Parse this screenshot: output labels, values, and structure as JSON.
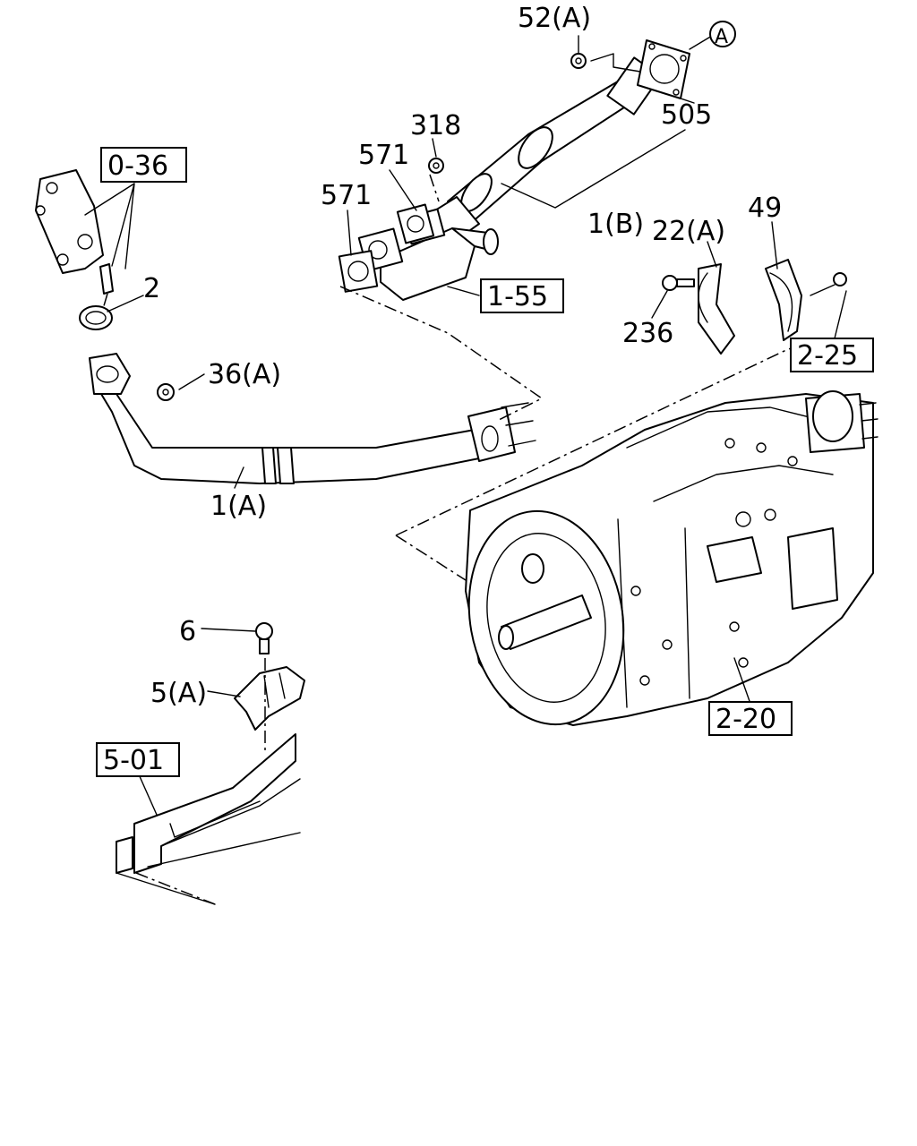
{
  "callouts": [
    {
      "id": "c52a",
      "text": "52(A)"
    },
    {
      "id": "cA",
      "text": "A"
    },
    {
      "id": "c505",
      "text": "505"
    },
    {
      "id": "c318",
      "text": "318"
    },
    {
      "id": "c571a",
      "text": "571"
    },
    {
      "id": "c571b",
      "text": "571"
    },
    {
      "id": "c1b",
      "text": "1(B)"
    },
    {
      "id": "c22a",
      "text": "22(A)"
    },
    {
      "id": "c49",
      "text": "49"
    },
    {
      "id": "c236",
      "text": "236"
    },
    {
      "id": "c2",
      "text": "2"
    },
    {
      "id": "c36a",
      "text": "36(A)"
    },
    {
      "id": "c1a",
      "text": "1(A)"
    },
    {
      "id": "c6",
      "text": "6"
    },
    {
      "id": "c5a",
      "text": "5(A)"
    }
  ],
  "refs": [
    {
      "id": "r036",
      "text": "0-36"
    },
    {
      "id": "r155",
      "text": "1-55"
    },
    {
      "id": "r225",
      "text": "2-25"
    },
    {
      "id": "r220",
      "text": "2-20"
    },
    {
      "id": "r501",
      "text": "5-01"
    }
  ]
}
